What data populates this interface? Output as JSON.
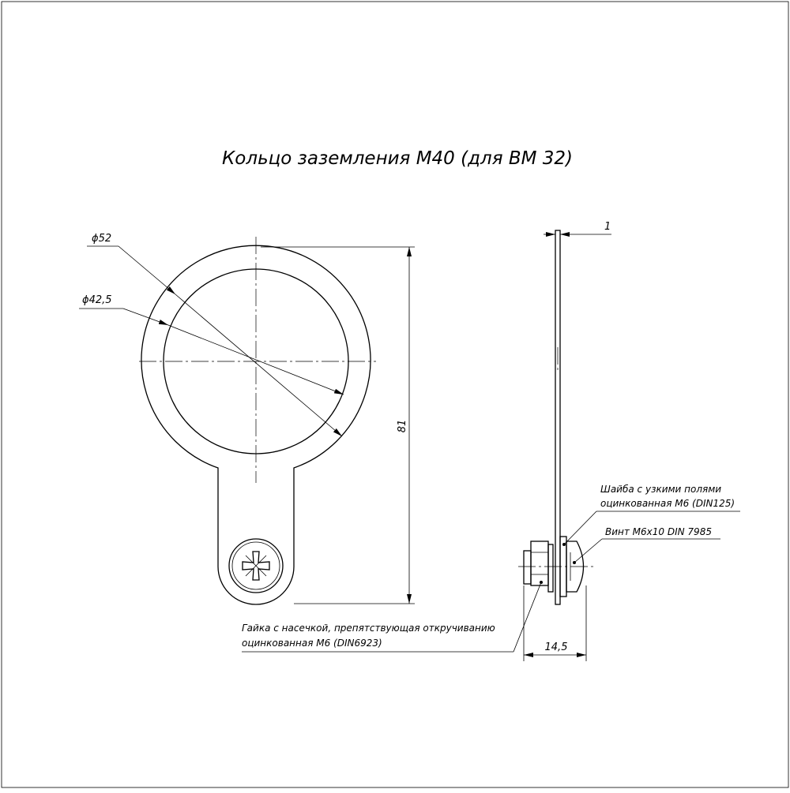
{
  "title": "Кольцо заземления М40 (для ВМ 32)",
  "dimensions": {
    "outer_diameter": "ϕ52",
    "inner_diameter": "ϕ42,5",
    "height": "81",
    "thickness": "1",
    "assembly_width": "14,5"
  },
  "callouts": {
    "washer_line1": "Шайба с узкими полями",
    "washer_line2": "оцинкованная М6 (DIN125)",
    "screw": "Винт М6х10 DIN 7985",
    "nut_line1": "Гайка с насечкой, препятствующая откручиванию",
    "nut_line2": "оцинкованная М6 (DIN6923)"
  },
  "colors": {
    "line": "#000000",
    "background": "#ffffff"
  }
}
